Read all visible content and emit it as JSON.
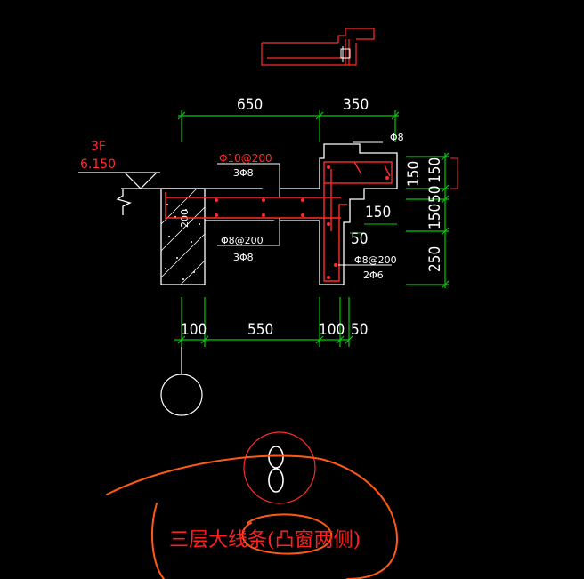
{
  "drawing": {
    "colors": {
      "background": "#000000",
      "linework": "#ffffff",
      "dimension": "#00cc00",
      "rebar": "#ff2b2b",
      "markup": "#ff5a14"
    },
    "level": {
      "floor": "3F",
      "elevation": "6.150"
    },
    "top_dims": [
      "650",
      "350"
    ],
    "bottom_dims": [
      "100",
      "550",
      "100",
      "50"
    ],
    "right_dims": [
      "150",
      "150",
      "50",
      "150",
      "250"
    ],
    "inner_dims": {
      "ledge_width": "150",
      "gap": "50"
    },
    "wall_thickness": "200",
    "rebar_labels": {
      "top_stirrup": "Φ10@200",
      "top_bars": "3Φ8",
      "bottom_stirrup": "Φ8@200",
      "bottom_bars": "3Φ8",
      "ledge_stirrup": "Φ8@200",
      "ledge_bars": "2Φ6",
      "corner_bar": "Φ8"
    },
    "axis_bubble_upper": "",
    "section_number": "8",
    "title_note": "三层大线条(凸窗两侧)"
  }
}
